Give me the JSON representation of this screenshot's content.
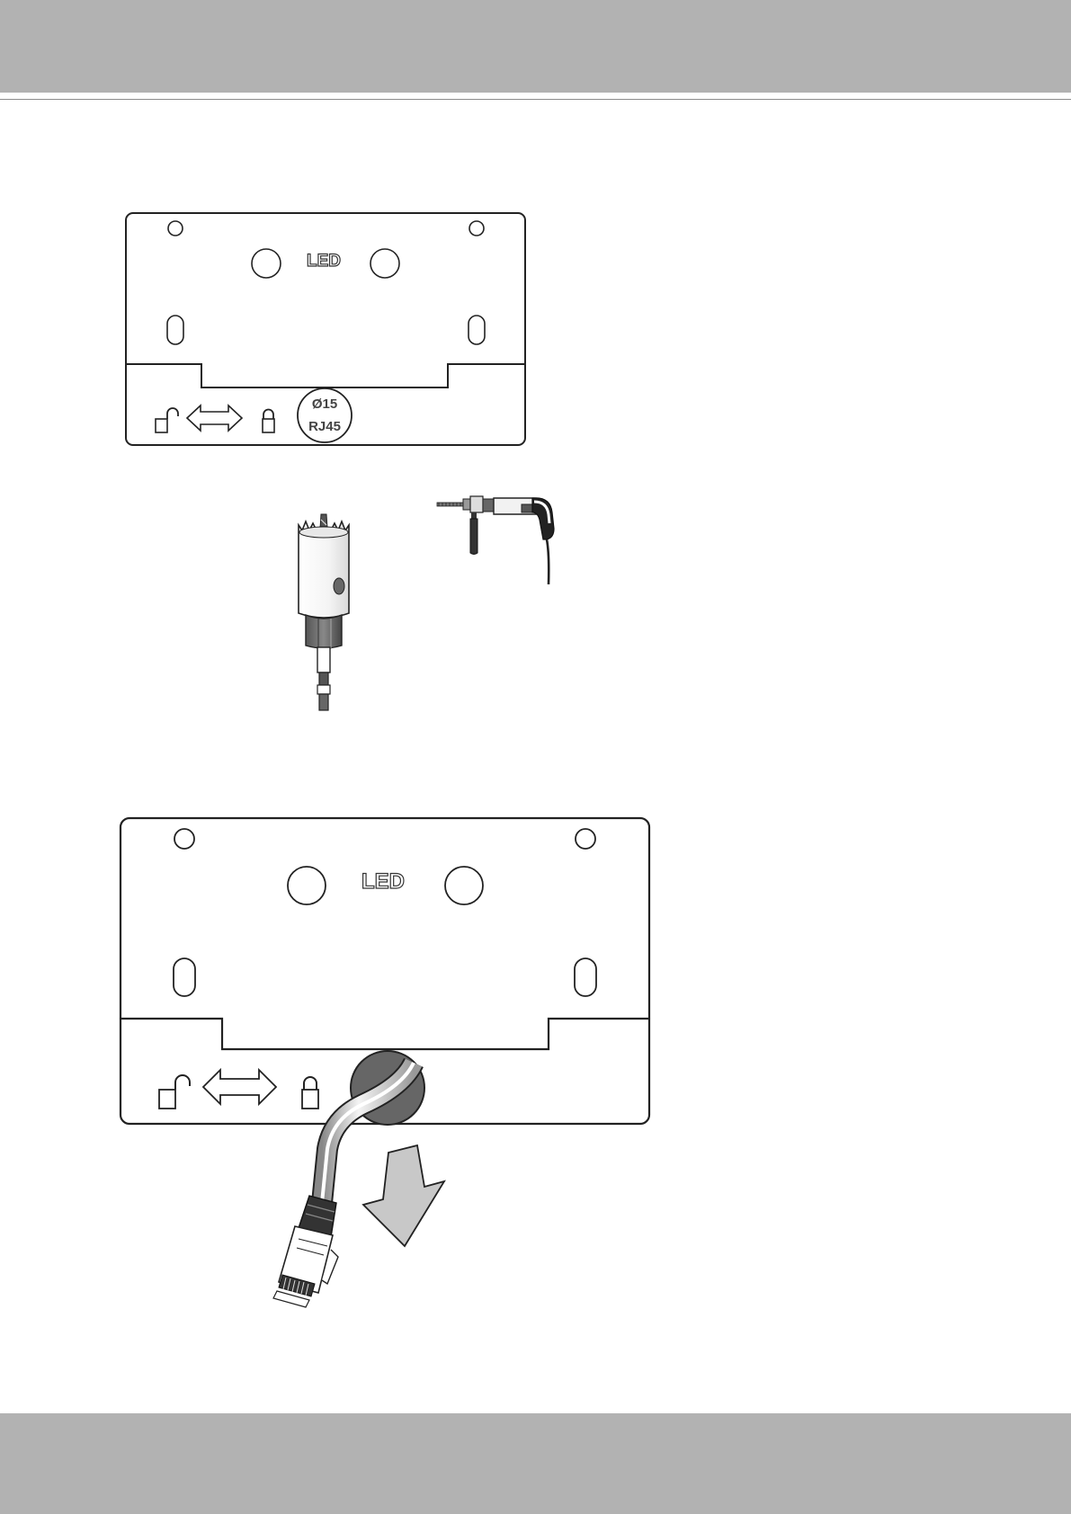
{
  "figure1": {
    "led_label": "LED",
    "hole_size_label": "Ø15",
    "connector_label": "RJ45"
  },
  "figure2": {
    "led_label": "LED"
  },
  "icons": {
    "unlock": "unlock-icon",
    "lock": "lock-icon",
    "double_arrow": "double-arrow-icon",
    "hole_saw": "hole-saw-icon",
    "drill": "power-drill-icon",
    "cable": "rj45-cable-icon",
    "pull_arrow": "pull-down-arrow-icon"
  },
  "colors": {
    "band": "#b2b2b2",
    "line": "#222222",
    "arrow_fill": "#c8c8c8"
  }
}
